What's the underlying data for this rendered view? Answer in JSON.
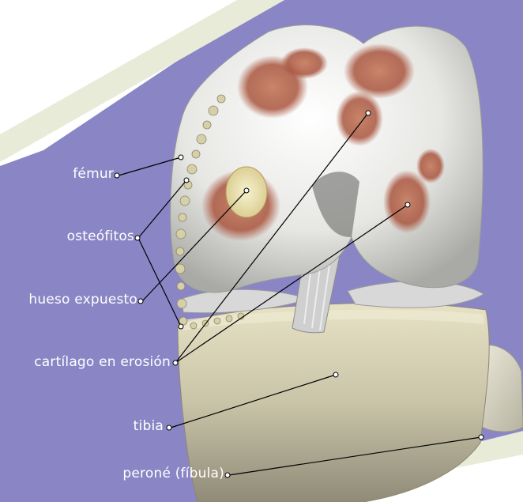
{
  "diagram": {
    "labels": {
      "femur": "fémur",
      "osteophytes": "osteófitos",
      "exposed_bone": "hueso expuesto",
      "eroding_cartilage": "cartílago en erosión",
      "tibia": "tibia",
      "fibula": "peroné (fíbula)"
    }
  },
  "colors": {
    "background": "#8a86c6",
    "label_text": "#ffffff",
    "leader_line": "#000000",
    "bone": "#efeeea",
    "tibia_bone": "#d9d4b8",
    "erosion": "#b4634a"
  }
}
